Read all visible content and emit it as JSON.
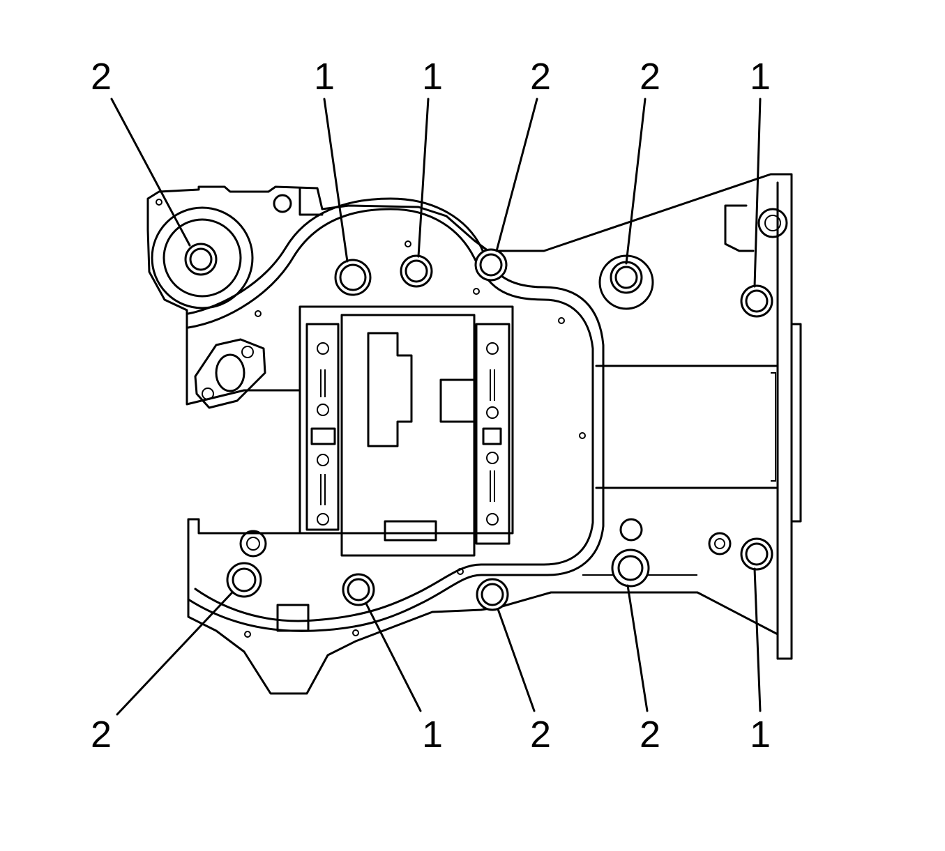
{
  "diagram": {
    "background": "#ffffff",
    "line_color": "#000000",
    "top_callouts": [
      "2",
      "1",
      "1",
      "2",
      "2",
      "1"
    ],
    "bottom_callouts": [
      "2",
      "1",
      "2",
      "2",
      "1"
    ]
  }
}
